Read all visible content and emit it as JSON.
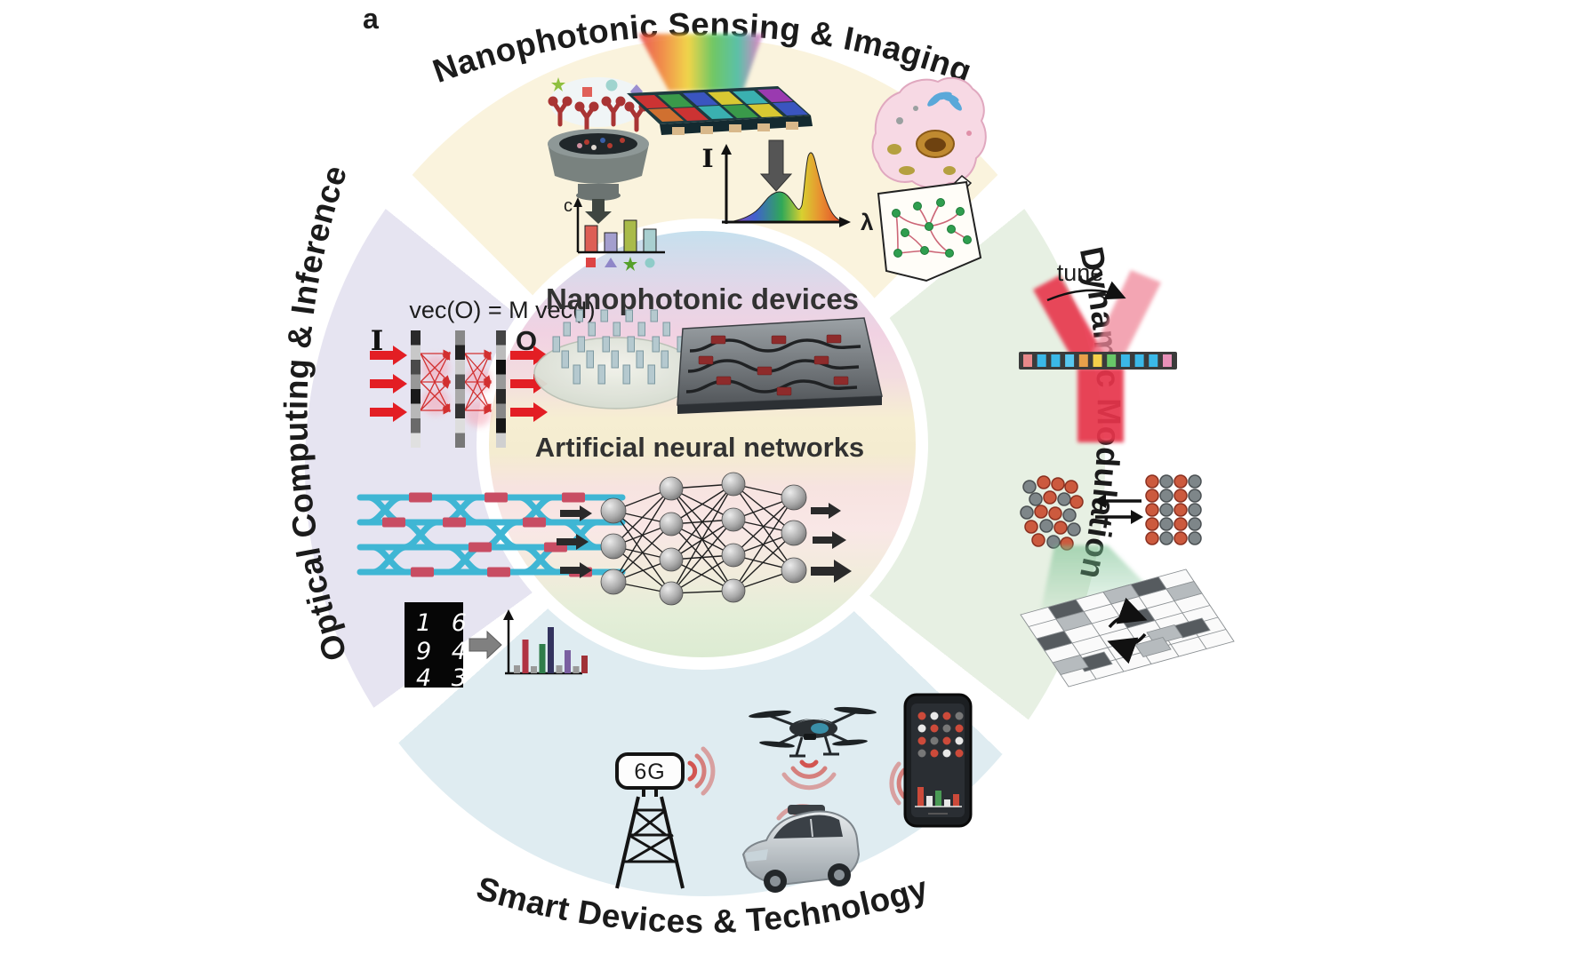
{
  "panel_label": "a",
  "center": {
    "devices_title": "Nanophotonic devices",
    "ann_title": "Artificial neural networks"
  },
  "sectors": {
    "top": {
      "title": "Nanophotonic Sensing & Imaging",
      "bg_color": "#faf3dd"
    },
    "right": {
      "title": "Dynamic Modulation",
      "bg_color": "#e7f0e3",
      "tune_label": "tune"
    },
    "bottom": {
      "title": "Smart Devices & Technology",
      "bg_color": "#dfecf1",
      "tower_label": "6G"
    },
    "left": {
      "title": "Optical Computing & Inference",
      "bg_color": "#e6e4f1",
      "formula": "vec(O) = M vec(I)",
      "input_label": "I",
      "output_label": "O",
      "digits": [
        "1 6",
        "9 4",
        "4 3"
      ]
    }
  },
  "axis_labels": {
    "intensity": "I",
    "wavelength": "λ",
    "concentration": "c"
  },
  "accent_colors": {
    "laser_red": "#e7344b",
    "waveguide_cyan": "#3fb6d4",
    "phase_shifter_red": "#c84d63",
    "ripple_red": "#d0453e"
  },
  "icons": [
    "antibody-biosensor",
    "hyperspectral-filter-chip",
    "spectrum-plot",
    "cell-micrograph",
    "cytoskeleton-inset",
    "diffractive-layers",
    "waveguide-mesh",
    "mnist-digits",
    "classification-bars",
    "metasurface-pillars",
    "photonic-circuit",
    "neural-network",
    "beam-steering",
    "phase-change-atoms",
    "reconfigurable-checkerboard",
    "6g-tower",
    "drone",
    "autonomous-car",
    "smartphone",
    "radio-waves"
  ]
}
